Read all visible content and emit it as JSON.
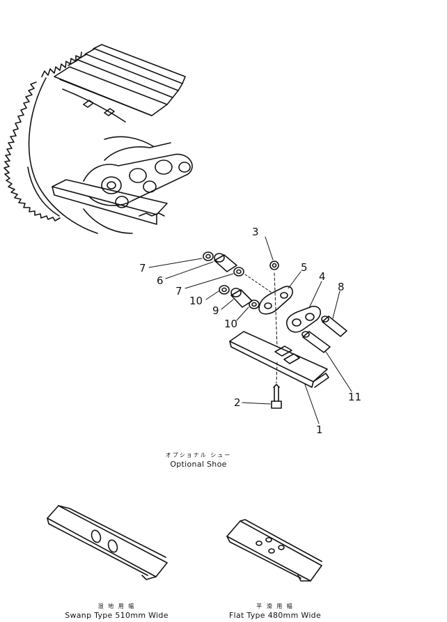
{
  "callouts": {
    "c1": "1",
    "c2": "2",
    "c3": "3",
    "c4": "4",
    "c5": "5",
    "c6": "6",
    "c7a": "7",
    "c7b": "7",
    "c8": "8",
    "c9": "9",
    "c10a": "10",
    "c10b": "10",
    "c11": "11"
  },
  "captions": {
    "optional_jp": "オプショナル シュー",
    "optional_en": "Optional Shoe",
    "swamp_jp": "湿 地 用          幅",
    "swamp_en": "Swanp Type 510mm Wide",
    "flat_jp": "平 滑 用          幅",
    "flat_en": "Flat Type 480mm Wide"
  }
}
